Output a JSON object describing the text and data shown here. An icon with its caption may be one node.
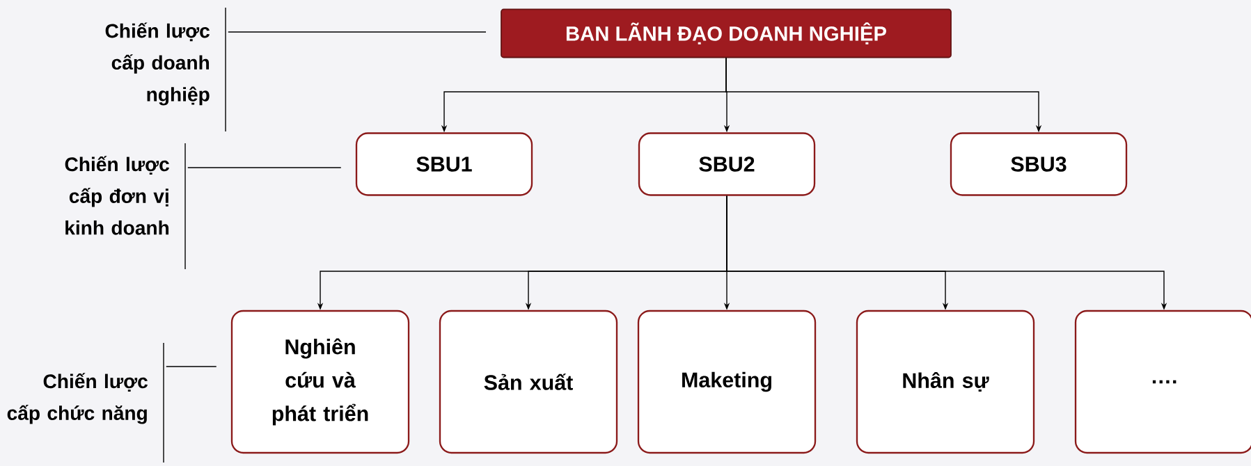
{
  "diagram": {
    "nodes": [
      {
        "text": [
          "Chiến lược cấp doanh nghiệp"
        ]
      },
      {
        "text": [
          "BAN LÃNH ĐẠO DOANH NGHIỆP"
        ]
      },
      {
        "text": [
          "Chiến lược cấp đơn vị kinh doanh"
        ]
      },
      {
        "text": [
          "SBU1"
        ]
      },
      {
        "text": [
          "SBU2"
        ]
      },
      {
        "text": [
          "SBU3"
        ]
      },
      {
        "text": [
          "Chiến lược cấp chức năng"
        ]
      },
      {
        "text": [
          "Nghiên cứu và phát triển"
        ]
      },
      {
        "text": [
          "Sản xuất"
        ]
      },
      {
        "text": [
          "Maketing"
        ]
      },
      {
        "text": [
          "Nhân sự"
        ]
      },
      {
        "text": [
          "…."
        ]
      }
    ],
    "edges": [
      {
        "from": 0,
        "to": 1,
        "arrow": "none"
      },
      {
        "from": 1,
        "to": 3,
        "arrow": "to"
      },
      {
        "from": 1,
        "to": 4,
        "arrow": "to"
      },
      {
        "from": 1,
        "to": 5,
        "arrow": "to"
      },
      {
        "from": 2,
        "to": 3,
        "arrow": "none"
      },
      {
        "from": 4,
        "to": 7,
        "arrow": "to"
      },
      {
        "from": 4,
        "to": 8,
        "arrow": "to"
      },
      {
        "from": 4,
        "to": 9,
        "arrow": "to"
      },
      {
        "from": 4,
        "to": 10,
        "arrow": "to"
      },
      {
        "from": 4,
        "to": 11,
        "arrow": "to"
      },
      {
        "from": 6,
        "to": 7,
        "arrow": "none"
      }
    ]
  }
}
